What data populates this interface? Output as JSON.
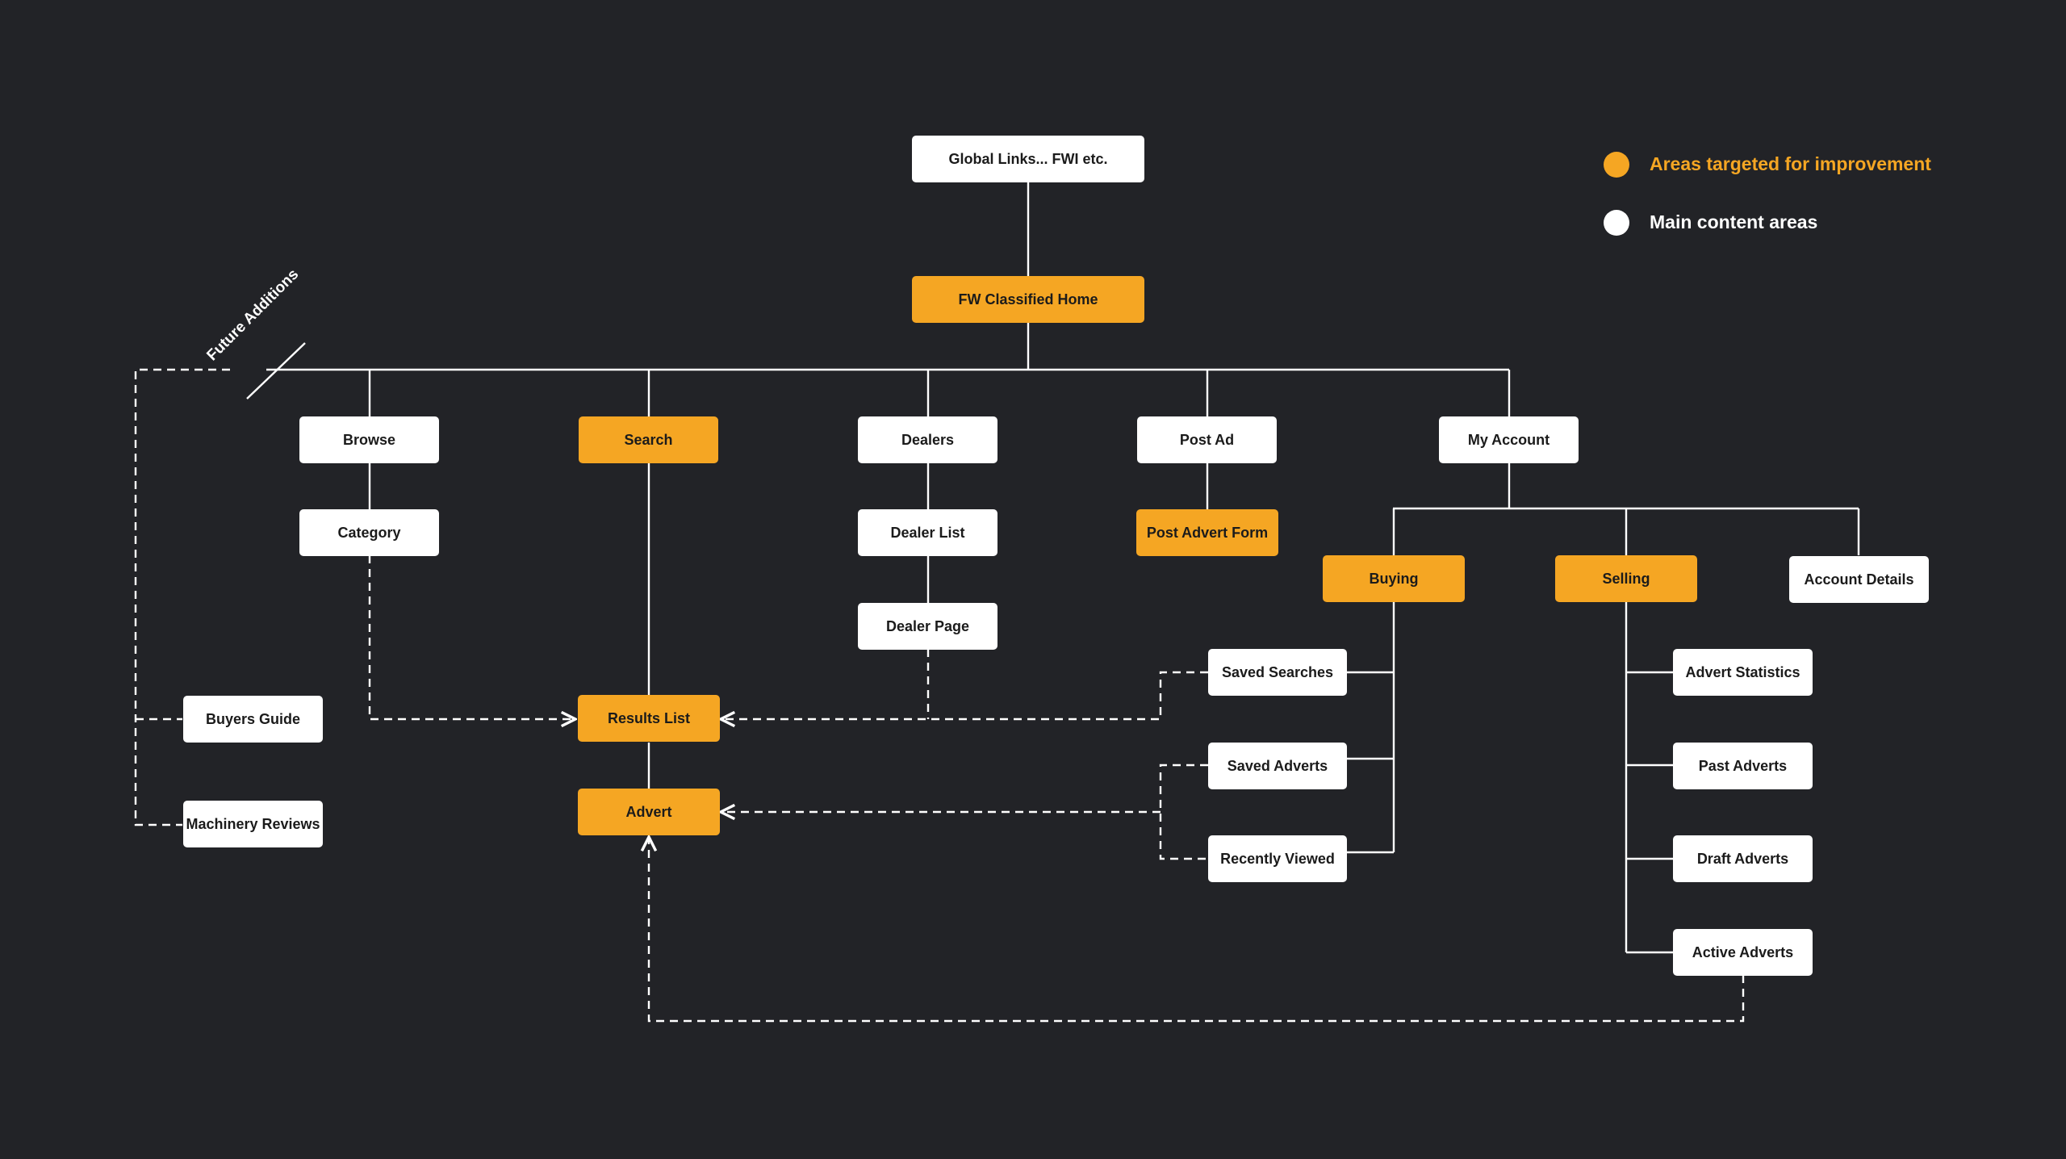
{
  "legend": {
    "improvement_label": "Areas targeted for improvement",
    "main_label": "Main content areas",
    "improvement_color": "#f5a623",
    "main_color": "#ffffff"
  },
  "future_label": "Future Additions",
  "nodes": {
    "global_links": "Global Links... FWI etc.",
    "home": "FW Classified Home",
    "browse": "Browse",
    "search": "Search",
    "dealers": "Dealers",
    "post_ad": "Post Ad",
    "my_account": "My Account",
    "category": "Category",
    "dealer_list": "Dealer List",
    "dealer_page": "Dealer Page",
    "post_advert_form": "Post Advert Form",
    "buying": "Buying",
    "selling": "Selling",
    "account_details": "Account Details",
    "saved_searches": "Saved Searches",
    "saved_adverts": "Saved Adverts",
    "recently_viewed": "Recently Viewed",
    "results_list": "Results List",
    "advert": "Advert",
    "buyers_guide": "Buyers Guide",
    "machinery_reviews": "Machinery Reviews",
    "advert_statistics": "Advert Statistics",
    "past_adverts": "Past Adverts",
    "draft_adverts": "Draft Adverts",
    "active_adverts": "Active Adverts"
  },
  "colors": {
    "background": "#222327",
    "highlight": "#f5a623",
    "connector": "#ffffff"
  }
}
